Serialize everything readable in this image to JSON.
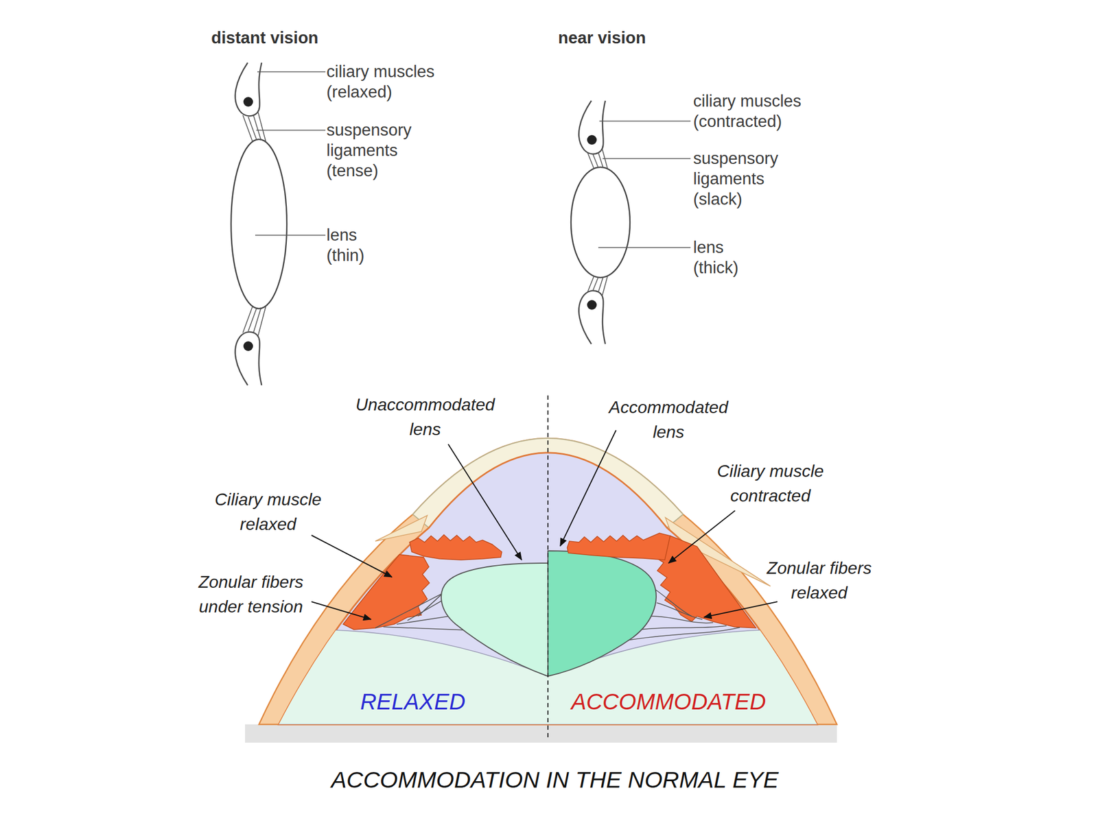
{
  "diagram": {
    "caption": "ACCOMMODATION IN THE NORMAL EYE",
    "labels": [
      "distant vision",
      "near vision",
      "ciliary muscles (relaxed)",
      "suspensory ligaments (tense)",
      "lens (thin)",
      "ciliary muscles (contracted)",
      "suspensory ligaments (slack)",
      "lens (thick)",
      "Unaccommodated lens",
      "Accommodated lens",
      "Ciliary muscle relaxed",
      "Ciliary muscle contracted",
      "Zonular fibers under tension",
      "Zonular fibers relaxed",
      "RELAXED",
      "ACCOMMODATED"
    ]
  }
}
